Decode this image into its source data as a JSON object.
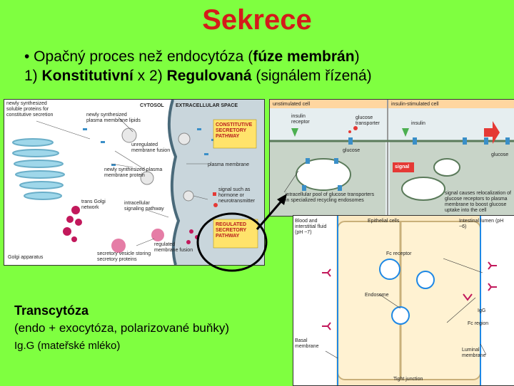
{
  "title": "Sekrece",
  "bullet_main": {
    "prefix": "• Opačný proces než endocytóza (",
    "bold": "fúze membrán",
    "suffix": ")"
  },
  "bullet_second": {
    "n1": "1) ",
    "b1": "Konstitutivní",
    "mid": " x 2) ",
    "b2": "Regulovaná",
    "suffix": " (signálem řízená)"
  },
  "transcytosis": {
    "heading": "Transcytóza",
    "line1": "(endo + exocytóza, polarizované buňky)",
    "line2": "Ig.G (mateřské mléko)"
  },
  "figure_secretion": {
    "cytosol": "CYTOSOL",
    "extracellular": "EXTRACELLULAR SPACE",
    "newly_proteins": "newly synthesized soluble proteins for constitutive secretion",
    "newly_lipids": "newly synthesized plasma membrane lipids",
    "unregulated": "unregulated membrane fusion",
    "newly_plasma": "newly synthesized plasma membrane protein",
    "constitutive": "CONSTITUTIVE SECRETORY PATHWAY",
    "plasma_membrane": "plasma membrane",
    "trans_golgi": "trans Golgi network",
    "signal": "signal such as hormone or neurotransmitter",
    "intracellular": "intracellular signaling pathway",
    "regulated_pathway": "REGULATED SECRETORY PATHWAY",
    "regulated_fusion": "regulated membrane fusion",
    "vesicle": "secretory vesicle storing secretory proteins",
    "golgi": "Golgi apparatus"
  },
  "figure_insulin": {
    "unstim": "unstimulated cell",
    "stim": "insulin-stimulated cell",
    "insulin_receptor": "insulin receptor",
    "glucose_transporter": "glucose transporter",
    "insulin": "insulin",
    "glucose_left": "glucose",
    "glucose_right": "glucose",
    "signal": "signal",
    "pool": "intracellular pool of glucose transporters in specialized recycling endosomes",
    "reloc": "signal causes relocalization of glucose receptors to plasma membrane to boost glucose uptake into the cell"
  },
  "figure_transcytosis": {
    "blood": "Blood and interstitial fluid (pH ~7)",
    "epithelial": "Epithelial cells",
    "lumen": "Intestinal lumen (pH ~6)",
    "fc_receptor": "Fc receptor",
    "endosome": "Endosome",
    "igg": "IgG",
    "fc_region": "Fc region",
    "basal": "Basal membrane",
    "luminal": "Luminal membrane",
    "tight": "Tight junction"
  }
}
